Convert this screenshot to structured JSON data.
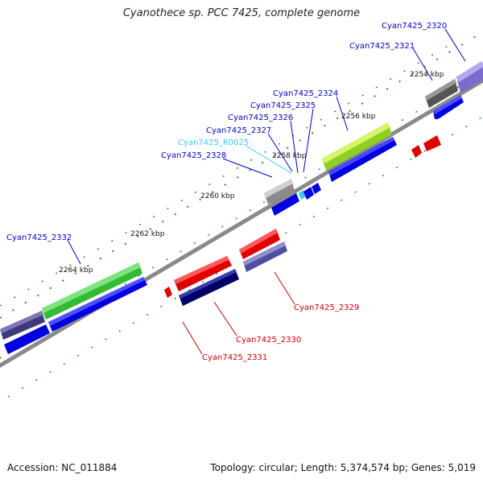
{
  "title": "Cyanothece sp. PCC 7425, complete genome",
  "accession_text": "Accession: NC_011884",
  "summary_text": "Topology: circular; Length: 5,374,574 bp; Genes: 5,019",
  "ruler_labels": [
    "2254 kbp",
    "2256 kbp",
    "2258 kbp",
    "2260 kbp",
    "2262 kbp",
    "2264 kbp"
  ],
  "gene_labels": [
    {
      "text": "Cyan7425_2320",
      "color": "#0000cc"
    },
    {
      "text": "Cyan7425_2321",
      "color": "#0000cc"
    },
    {
      "text": "Cyan7425_2324",
      "color": "#0000cc"
    },
    {
      "text": "Cyan7425_2325",
      "color": "#0000cc"
    },
    {
      "text": "Cyan7425_2326",
      "color": "#0000cc"
    },
    {
      "text": "Cyan7425_2327",
      "color": "#0000cc"
    },
    {
      "text": "Cyan7425_R0025",
      "color": "#33ccee"
    },
    {
      "text": "Cyan7425_2328",
      "color": "#0000cc"
    },
    {
      "text": "Cyan7425_2332",
      "color": "#0000cc"
    },
    {
      "text": "Cyan7425_2329",
      "color": "#cc0000"
    },
    {
      "text": "Cyan7425_2330",
      "color": "#cc0000"
    },
    {
      "text": "Cyan7425_2331",
      "color": "#cc0000"
    }
  ],
  "colors": {
    "backbone": "#8a8a8a",
    "tick": "#2e8b2e",
    "forward_cds": "#0000e0",
    "reverse_cds": "#e00000"
  }
}
